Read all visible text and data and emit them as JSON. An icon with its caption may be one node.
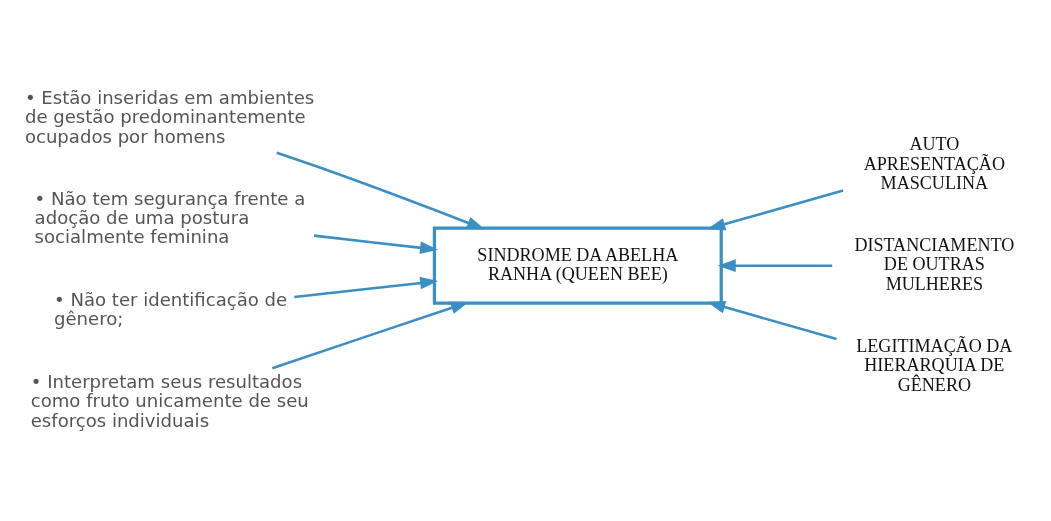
{
  "diagram": {
    "nodes": [
      {
        "text": [
          "SINDROME DA ABELHA RANHA (QUEEN BEE)"
        ]
      },
      {
        "text": [
          "• Estão inseridas em ambientes de gestão predominantemente ocupados por homens"
        ]
      },
      {
        "text": [
          "• Não tem segurança frente a adoção de uma postura socialmente feminina"
        ]
      },
      {
        "text": [
          "• Não ter identificação de gênero;"
        ]
      },
      {
        "text": [
          "• Interpretam seus resultados como fruto unicamente de seu esforços individuais"
        ]
      },
      {
        "text": [
          "AUTO APRESENTAÇÃO MASCULINA"
        ]
      },
      {
        "text": [
          "DISTANCIAMENTO DE OUTRAS MULHERES"
        ]
      },
      {
        "text": [
          "LEGITIMAÇÃO DA HIERARQUIA DE GÊNERO"
        ]
      }
    ],
    "edges": [
      {
        "from": 1,
        "to": 0,
        "arrow": "to"
      },
      {
        "from": 2,
        "to": 0,
        "arrow": "to"
      },
      {
        "from": 3,
        "to": 0,
        "arrow": "to"
      },
      {
        "from": 4,
        "to": 0,
        "arrow": "to"
      },
      {
        "from": 5,
        "to": 0,
        "arrow": "to"
      },
      {
        "from": 6,
        "to": 0,
        "arrow": "to"
      },
      {
        "from": 7,
        "to": 0,
        "arrow": "to"
      }
    ]
  }
}
